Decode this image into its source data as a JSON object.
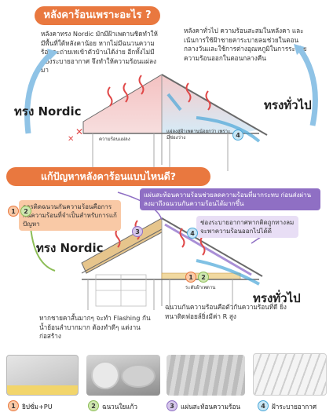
{
  "section1": {
    "title": "หลังคาร้อนเพราะอะไร ?",
    "nordic_text": "หลังคาทรง Nordic มักมีฝ้าเพดานชิดทำให้มีพื้นที่ใต้หลังคาน้อย หากไม่มีฉนวนความร้อนจะถ่ายเทเข้าตัวบ้านได้ง่าย อีกทั้งไม่มีช่องระบายอากาศ จึงทำให้ความร้อนแผ่ลงมา",
    "general_text": "หลังคาทั่วไป ความร้อนสะสมในหลังคา และเน้นการใช้ฝ้าชายคาระบายลมช่วยในตอนกลางวันและใช้การต่างอุณหภูมิในการระบายความร้อนออกในตอนกลางคืน",
    "nordic_label": "ทรง Nordic",
    "general_label": "ทรงทั่วไป",
    "heat_label_left": "ความร้อนแผ่ลง",
    "heat_label_right": "แผ่ลงสู่ฝ้าเพดานน้อยกว่า เพราะมีช่องว่าง",
    "marker": "4"
  },
  "section2": {
    "title": "แก้ปัญหาหลังคาร้อนแบบไหนดี?",
    "box1_text": "การติดฉนวนกันความร้อนคือการกันความร้อนที่จำเป็นสำหรับการแก้ปัญหา",
    "box3_text": "แผ่นสะท้อนความร้อนช่วยลดความร้อนที่มากระทบ ก่อนส่งผ่านลงมาถึงฉนวนกันความร้อนได้มากขึ้น",
    "box4_text": "ช่องระบายอากาศหากติดถูกทางลมจะพาความร้อนออกไปได้ดี",
    "nordic_label": "ทรง Nordic",
    "general_label": "ทรงทั่วไป",
    "attic_label": "ระดับฝ้าเพดาน",
    "flashing_text": "หากชายคาสั้นมากๆ จะทำ Flashing กันน้ำย้อนลำบากมาก ต้องทำดีๆ แต่งานก่อสร้าง",
    "insulation_text": "ฉนวนกันความร้อนคือตัวกันความร้อนที่ดี ยิ่งหนาติดฟอยล์ยิ่งมีค่า R สูง",
    "markers": [
      "1",
      "2",
      "3",
      "4"
    ]
  },
  "legend": [
    {
      "num": "1",
      "label": "ยิปซั่ม+PU"
    },
    {
      "num": "2",
      "label": "ฉนวนใยแก้ว"
    },
    {
      "num": "3",
      "label": "แผ่นสะท้อนความร้อน"
    },
    {
      "num": "4",
      "label": "ฝ้าระบายอากาศ"
    }
  ],
  "colors": {
    "accent": "#e9783f",
    "heat": "#ee4e4e",
    "air": "#4aa7d8",
    "green": "#8cbd56",
    "purple": "#8f6fc4"
  }
}
